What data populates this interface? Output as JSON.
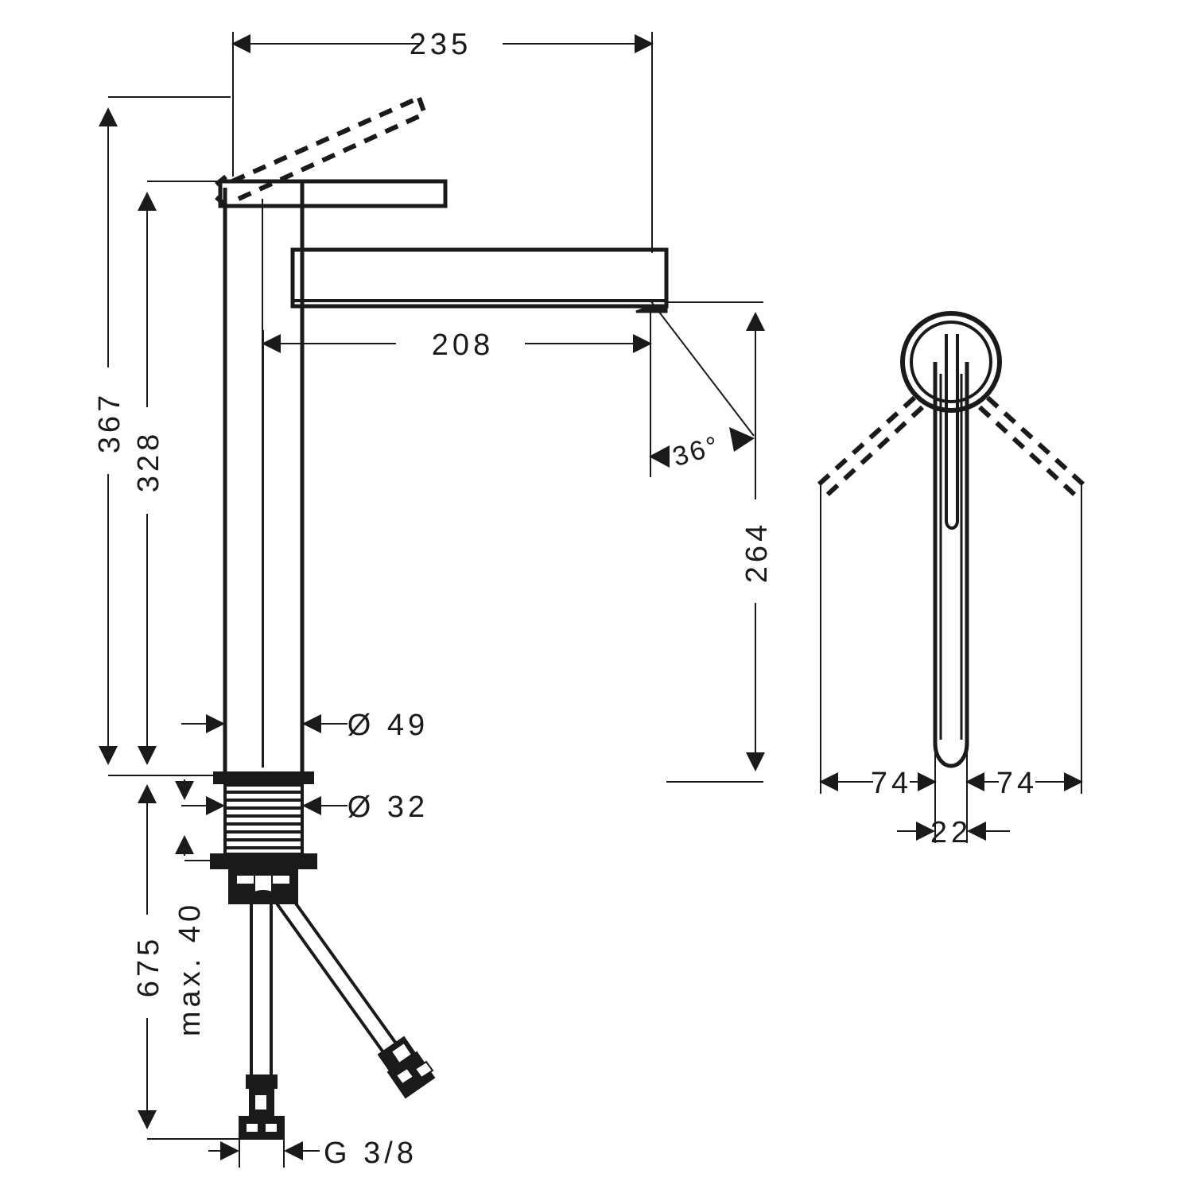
{
  "drawing": {
    "title": "Single lever basin mixer dimension drawing",
    "units": "mm",
    "line_color": "#1a1a1a",
    "background_color": "#ffffff",
    "views": {
      "front": {
        "name": "front-elevation"
      },
      "top": {
        "name": "top-plan"
      }
    }
  },
  "dimensions": {
    "overall_width": "235",
    "spout_reach": "208",
    "overall_height": "367",
    "height_to_lever": "328",
    "spout_height": "264",
    "lever_angle": "36°",
    "body_diameter": "Ø 49",
    "thread_diameter": "Ø 32",
    "max_thickness": "max. 40",
    "hose_length": "675",
    "connection_thread": "G 3/8",
    "lever_swivel_left": "74",
    "lever_swivel_right": "74",
    "lever_width": "22"
  },
  "annotations": {
    "degree_symbol": "°",
    "diameter_symbol": "Ø"
  }
}
